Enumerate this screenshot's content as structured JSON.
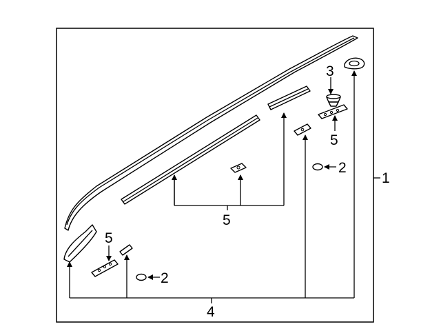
{
  "diagram": {
    "callouts": {
      "assembly": "1",
      "plug_right": "2",
      "plug_left": "2",
      "nut": "3",
      "moulding_pair": "5",
      "bracket_rear": "5",
      "bracket_front": "5",
      "end_caps": "4"
    }
  }
}
